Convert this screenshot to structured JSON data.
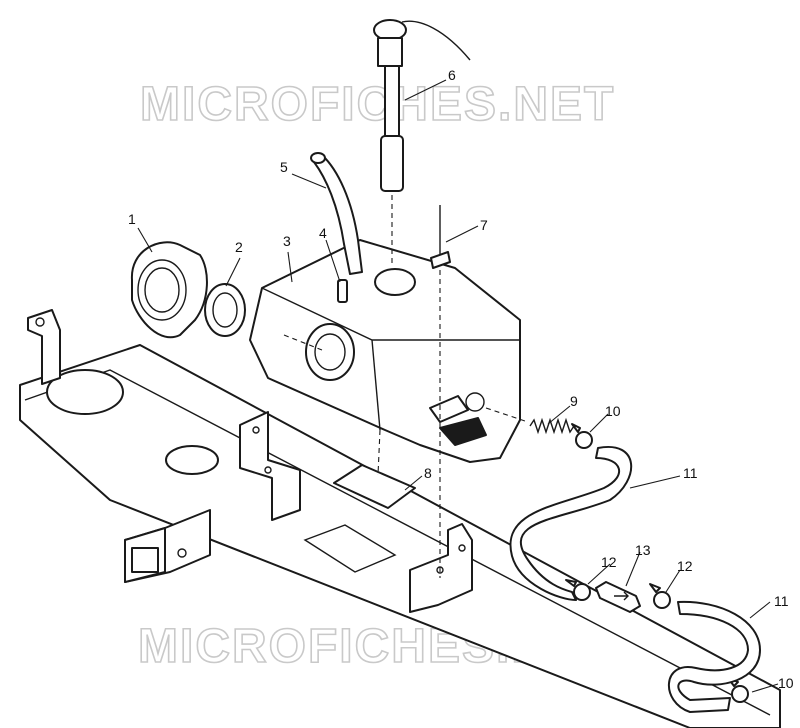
{
  "watermark": {
    "top_text": "MICROFICHES.NET",
    "bottom_text": "MICROFICHES.NET"
  },
  "callouts": [
    {
      "id": "1",
      "label": "1"
    },
    {
      "id": "2",
      "label": "2"
    },
    {
      "id": "3",
      "label": "3"
    },
    {
      "id": "4",
      "label": "4"
    },
    {
      "id": "5",
      "label": "5"
    },
    {
      "id": "6",
      "label": "6"
    },
    {
      "id": "7",
      "label": "7"
    },
    {
      "id": "8",
      "label": "8"
    },
    {
      "id": "9",
      "label": "9"
    },
    {
      "id": "10a",
      "label": "10"
    },
    {
      "id": "11a",
      "label": "11"
    },
    {
      "id": "12a",
      "label": "12"
    },
    {
      "id": "13",
      "label": "13"
    },
    {
      "id": "12b",
      "label": "12"
    },
    {
      "id": "11b",
      "label": "11"
    },
    {
      "id": "10b",
      "label": "10"
    }
  ]
}
